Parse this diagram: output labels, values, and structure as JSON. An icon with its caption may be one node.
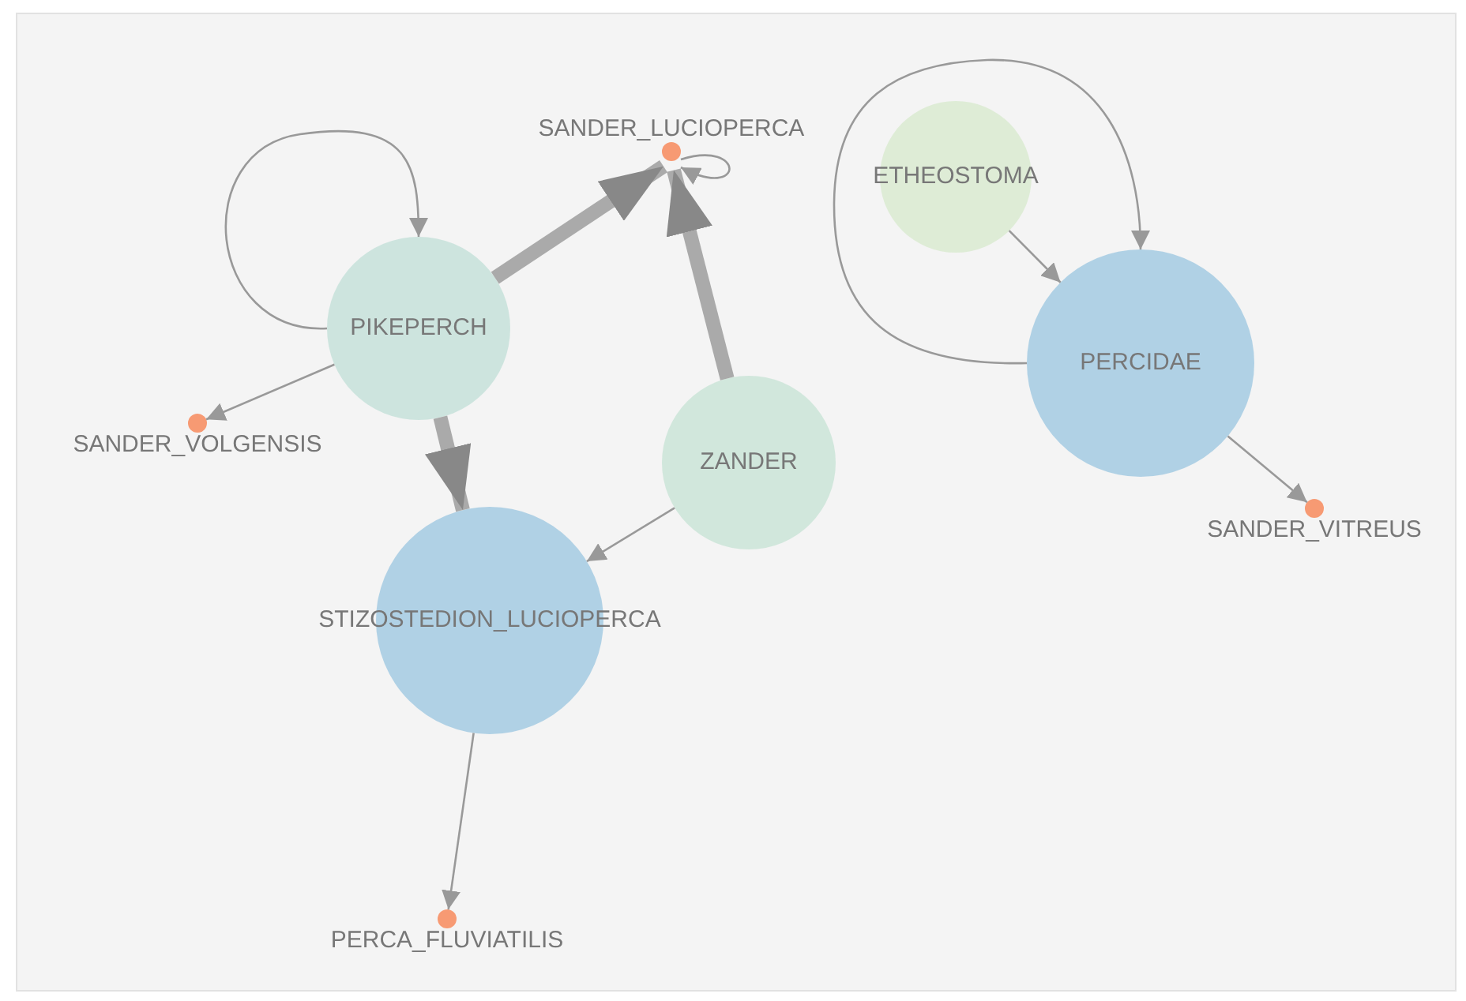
{
  "diagram": {
    "nodes": [
      {
        "text": [
          "SANDER_LUCIOPERCA"
        ]
      },
      {
        "text": [
          "PIKEPERCH"
        ]
      },
      {
        "text": [
          "SANDER_VOLGENSIS"
        ]
      },
      {
        "text": [
          "ZANDER"
        ]
      },
      {
        "text": [
          "STIZOSTEDION_LUCIOPERCA"
        ]
      },
      {
        "text": [
          "PERCA_FLUVIATILIS"
        ]
      },
      {
        "text": [
          "ETHEOSTOMA"
        ]
      },
      {
        "text": [
          "PERCIDAE"
        ]
      },
      {
        "text": [
          "SANDER_VITREUS"
        ]
      }
    ],
    "edges": [
      {
        "from": 1,
        "to": 1,
        "arrow": "to"
      },
      {
        "from": 1,
        "to": 0,
        "arrow": "to",
        "style": "thick"
      },
      {
        "from": 1,
        "to": 2,
        "arrow": "to"
      },
      {
        "from": 1,
        "to": 4,
        "arrow": "to",
        "style": "thick"
      },
      {
        "from": 3,
        "to": 0,
        "arrow": "to",
        "style": "thick"
      },
      {
        "from": 3,
        "to": 4,
        "arrow": "to"
      },
      {
        "from": 0,
        "to": 0,
        "arrow": "to"
      },
      {
        "from": 4,
        "to": 5,
        "arrow": "to"
      },
      {
        "from": 6,
        "to": 7,
        "arrow": "to"
      },
      {
        "from": 7,
        "to": 7,
        "arrow": "to"
      },
      {
        "from": 7,
        "to": 8,
        "arrow": "to"
      }
    ]
  }
}
